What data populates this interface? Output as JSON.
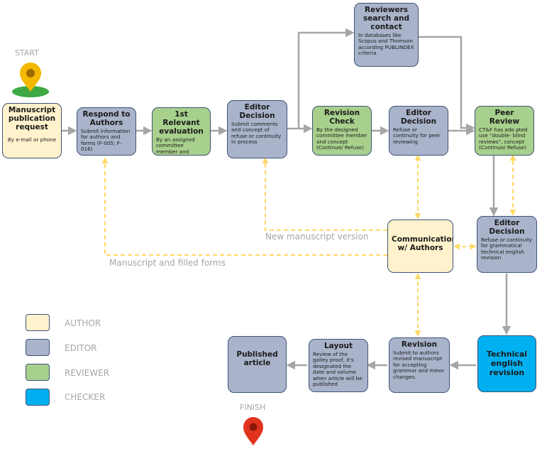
{
  "markers": {
    "start": "START",
    "finish": "FINISH"
  },
  "nodes": {
    "manuscript_request": {
      "title": "Manuscript publication request",
      "desc": "By e-mail or phone"
    },
    "respond_authors": {
      "title": "Respond to Authors",
      "desc": "Submit information for authors and forms (F-005; F-016)"
    },
    "first_evaluation": {
      "title": "1st Relevant evaluation",
      "desc": "By an assigned committee member and concept (Continue/ Refuse)"
    },
    "editor_decision_1": {
      "title": "Editor Decision",
      "desc": "Submit comments and concept of refuse or continuity in process"
    },
    "reviewers_search": {
      "title": "Reviewers search and contact",
      "desc": "In databases like Scopus and Thomson according PUBLINDEX criteria"
    },
    "revision_check": {
      "title": "Revision Check",
      "desc": "By the designed committee member and concept (Continue/ Refuse)"
    },
    "editor_decision_2": {
      "title": "Editor Decision",
      "desc": "Refuse or continuity for peer reviewing"
    },
    "peer_review": {
      "title": "Peer Review",
      "desc": "CT&F has ado pted use \"double- blind reviews\", concept (Continue/ Refuse)"
    },
    "communication_authors": {
      "title": "Communication w/ Authors"
    },
    "editor_decision_3": {
      "title": "Editor Decision",
      "desc": "Refuse or continuity for grammatical technical english revision"
    },
    "technical_english": {
      "title": "Technical english revision"
    },
    "revision": {
      "title": "Revision",
      "desc": "Submit to authors revised manuscript for accepting grammar and minor changes."
    },
    "layout": {
      "title": "Layout",
      "desc": "Review of the galley proof, it's designated the date and volume when article will be published"
    },
    "published_article": {
      "title": "Published article"
    }
  },
  "flow_labels": {
    "new_version": "New manuscript version",
    "filled_forms": "Manuscript and filled forms"
  },
  "legend": [
    {
      "label": "AUTHOR",
      "color": "#fff2cc"
    },
    {
      "label": "EDITOR",
      "color": "#a9b4cb"
    },
    {
      "label": "REVIEWER",
      "color": "#a8d08d"
    },
    {
      "label": "CHECKER",
      "color": "#00b0f0"
    }
  ],
  "colors": {
    "main_arrow": "#a6a6a6",
    "feedback_arrow": "#ffd966",
    "border": "#3f5277"
  }
}
